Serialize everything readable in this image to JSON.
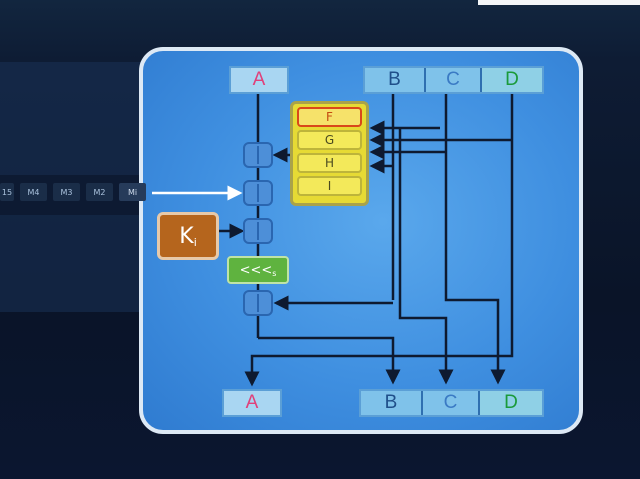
{
  "registers_top": {
    "a": "A",
    "b": "B",
    "c": "C",
    "d": "D"
  },
  "registers_bottom": {
    "a": "A",
    "b": "B",
    "c": "C",
    "d": "D"
  },
  "functions": [
    "F",
    "G",
    "H",
    "I"
  ],
  "constant": {
    "base": "K",
    "sub": "i"
  },
  "shift": {
    "base": "<<<",
    "sub": "s"
  },
  "message_blocks": [
    "15",
    "M4",
    "M3",
    "M2",
    "Mi"
  ],
  "colors": {
    "panel": "#3f8fe0",
    "function_box": "#e6da34",
    "selected_function_border": "#d9481a",
    "constant_box": "#b5651d",
    "shift_box": "#5fb33f",
    "register_a_text": "#e0407a",
    "register_d_text": "#1a9a3a"
  }
}
